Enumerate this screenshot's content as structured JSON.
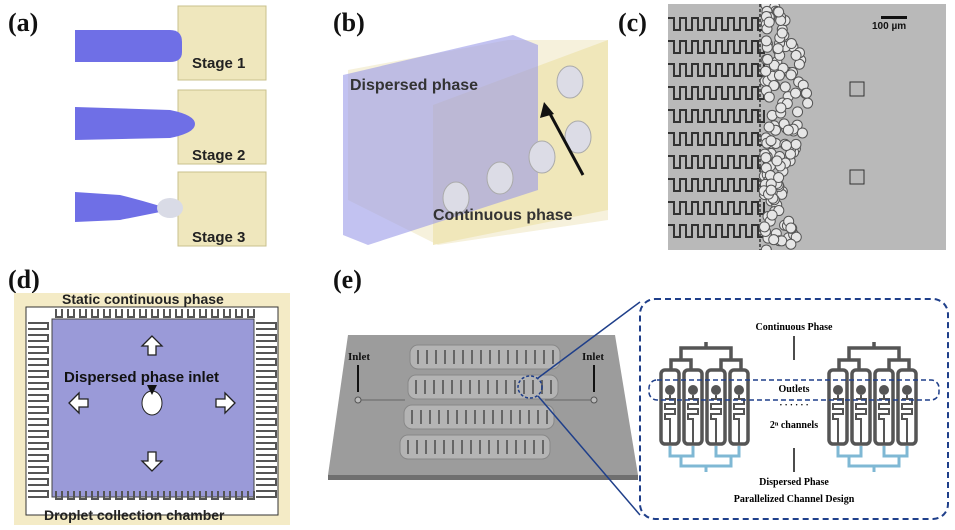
{
  "panels": {
    "a": {
      "label": "(a)",
      "stages": [
        "Stage 1",
        "Stage 2",
        "Stage 3"
      ]
    },
    "b": {
      "label": "(b)",
      "dispersed": "Dispersed phase",
      "continuous": "Continuous phase"
    },
    "c": {
      "label": "(c)",
      "scale_bar": "100 µm"
    },
    "d": {
      "label": "(d)",
      "top": "Static continuous phase",
      "center": "Dispersed phase inlet",
      "bottom": "Droplet collection chamber"
    },
    "e": {
      "label": "(e)",
      "inlet_left": "Inlet",
      "inlet_right": "Inlet",
      "continuous": "Continuous Phase",
      "outlets": "Outlets",
      "dots": "· · · · · ·",
      "channels": "2ⁿ channels",
      "dispersed": "Dispersed Phase",
      "caption": "Parallelized Channel Design"
    }
  },
  "colors": {
    "dispersed_blue": "#6f6fe6",
    "continuous_yellow": "#f3ecc4",
    "inset_border": "#1f3f8a",
    "channel_gray": "#555555",
    "channel_cyan": "#7fb8d4"
  }
}
